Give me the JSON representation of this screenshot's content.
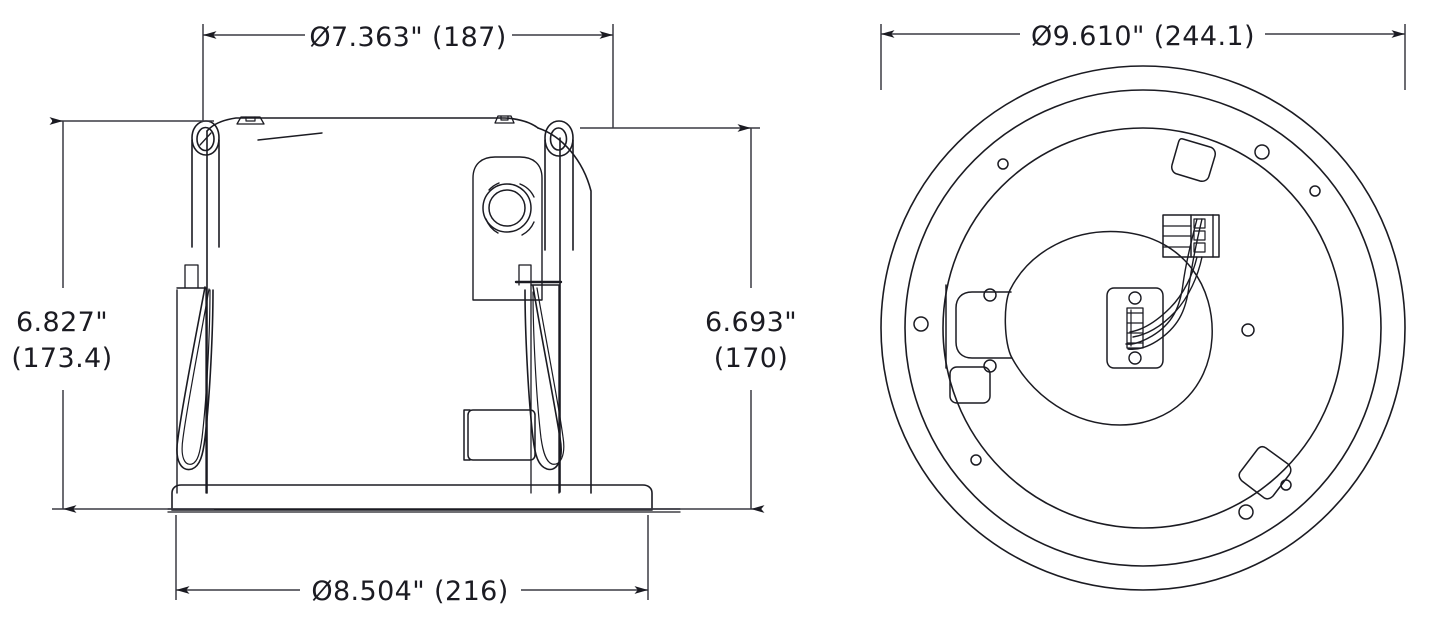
{
  "drawing": {
    "type": "mechanical-dimension-drawing",
    "subject": "recessed downlight housing",
    "background_color": "#ffffff",
    "line_color": "#1b1b22",
    "dimension_line_color": "#3a3a42",
    "views": [
      {
        "id": "side-elevation",
        "name": "side-section-view",
        "position": "left"
      },
      {
        "id": "plan-view",
        "name": "top-plan-view",
        "position": "right"
      }
    ]
  },
  "dimensions": {
    "side_top_width": {
      "label": "Ø7.363\" (187)",
      "inches": 7.363,
      "millimeters": 187,
      "orientation": "horizontal",
      "placement": "top-of-side-view"
    },
    "side_height_left": {
      "label_line1": "6.827\"",
      "label_line2": "(173.4)",
      "inches": 6.827,
      "millimeters": 173.4,
      "orientation": "vertical",
      "placement": "left-of-side-view"
    },
    "side_height_right": {
      "label_line1": "6.693\"",
      "label_line2": "(170)",
      "inches": 6.693,
      "millimeters": 170,
      "orientation": "vertical",
      "placement": "right-of-side-view"
    },
    "side_flange_width": {
      "label": "Ø8.504\" (216)",
      "inches": 8.504,
      "millimeters": 216,
      "orientation": "horizontal",
      "placement": "bottom-of-side-view"
    },
    "plan_outer_diameter": {
      "label": "Ø9.610\" (244.1)",
      "inches": 9.61,
      "millimeters": 244.1,
      "orientation": "horizontal",
      "placement": "top-of-plan-view"
    }
  },
  "components": {
    "side_view": [
      "housing-body",
      "left-torsion-spring",
      "right-torsion-spring",
      "left-spring-bracket",
      "right-spring-bracket",
      "junction-box",
      "access-port",
      "hanger-tab-left",
      "hanger-tab-right",
      "bottom-flange",
      "trim-ring"
    ],
    "plan_view": [
      "outer-trim-ring",
      "middle-ring",
      "inner-reflector-ring",
      "driver-housing-teardrop",
      "terminal-block",
      "wire-connector",
      "wire-harness",
      "mounting-clip-top",
      "mounting-clip-left",
      "mounting-clip-bottom-right",
      "mounting-holes"
    ]
  }
}
